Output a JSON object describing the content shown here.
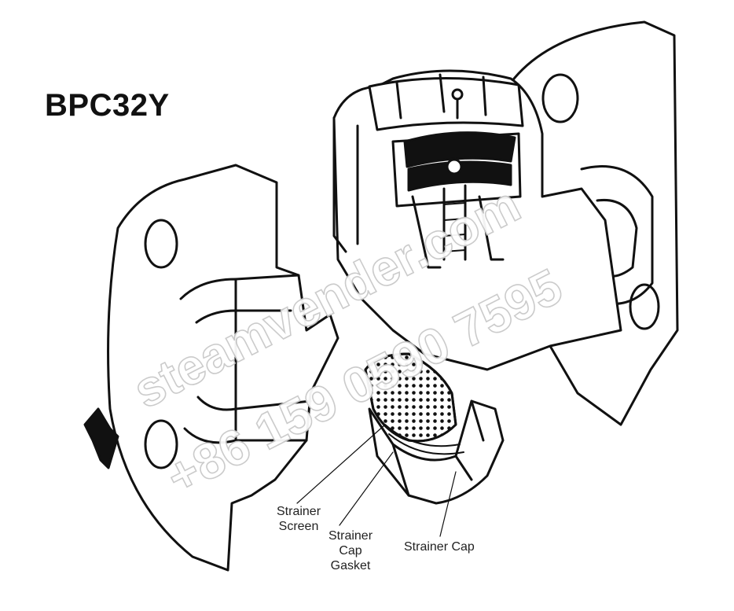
{
  "diagram": {
    "title": "BPC32Y",
    "labels": {
      "strainer_screen": [
        "Strainer",
        "Screen"
      ],
      "strainer_cap_gasket": [
        "Strainer",
        "Cap",
        "Gasket"
      ],
      "strainer_cap": "Strainer Cap"
    },
    "watermark": {
      "line1": "steamvender.com",
      "line2": "+86 159 0590 7595"
    },
    "colors": {
      "outline": "#111111",
      "watermark_stroke": "#c9c9c9"
    }
  }
}
